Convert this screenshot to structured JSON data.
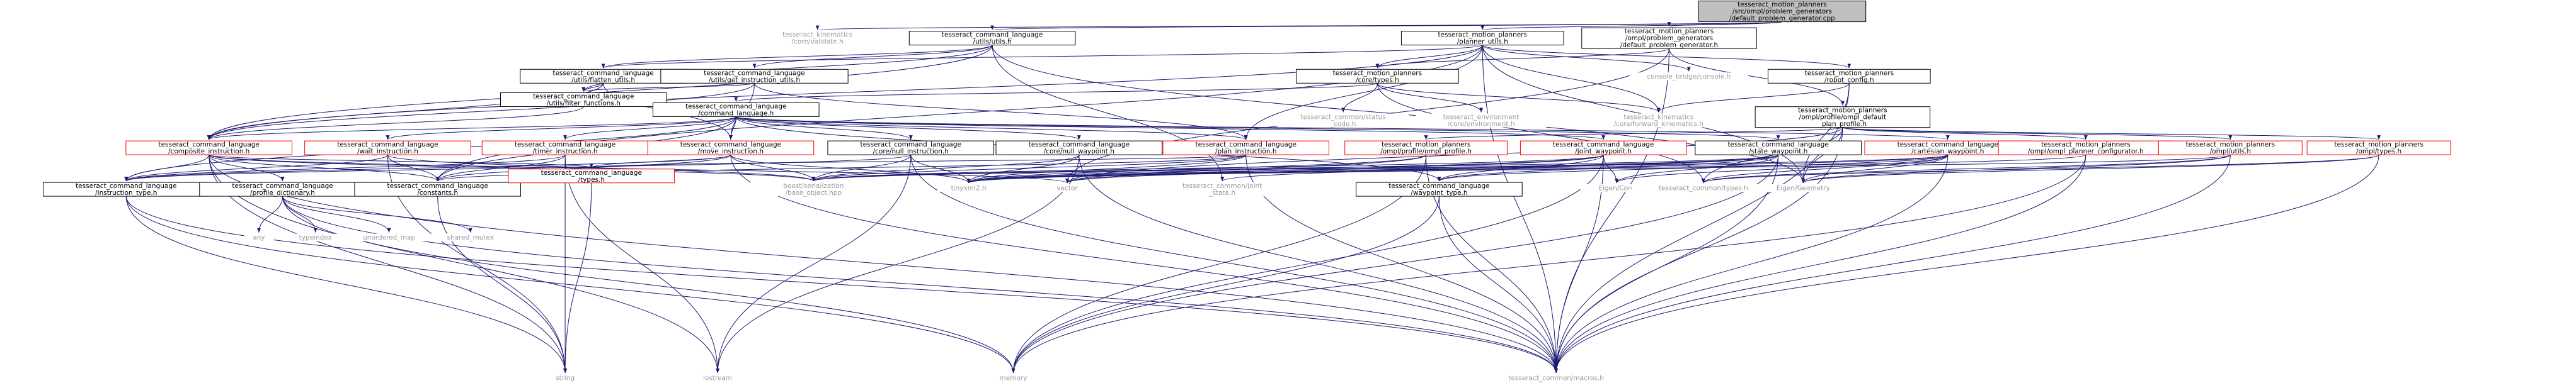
{
  "colors": {
    "root_fill": "#bfbfbf",
    "root_stroke": "#000000",
    "normal_stroke": "#000000",
    "truncated_stroke": "#ff0000",
    "edge": "#191970",
    "gray_text": "#9a9a9a"
  },
  "nodes": [
    {
      "id": "root",
      "kind": "root",
      "lines": [
        "tesseract_motion_planners",
        "/src/ompl/problem_generators",
        "/default_problem_generator.cpp"
      ]
    },
    {
      "id": "kin_validate",
      "kind": "text",
      "lines": [
        "tesseract_kinematics",
        "/core/validate.h"
      ]
    },
    {
      "id": "cmd_utils",
      "kind": "box",
      "lines": [
        "tesseract_command_language",
        "/utils/utils.h"
      ]
    },
    {
      "id": "planner_utils",
      "kind": "box",
      "lines": [
        "tesseract_motion_planners",
        "/planner_utils.h"
      ]
    },
    {
      "id": "ompl_pg_h",
      "kind": "box",
      "lines": [
        "tesseract_motion_planners",
        "/ompl/problem_generators",
        "/default_problem_generator.h"
      ]
    },
    {
      "id": "flatten",
      "kind": "box",
      "lines": [
        "tesseract_command_language",
        "/utils/flatten_utils.h"
      ]
    },
    {
      "id": "get_instr",
      "kind": "box",
      "lines": [
        "tesseract_command_language",
        "/utils/get_instruction_utils.h"
      ]
    },
    {
      "id": "core_types",
      "kind": "box",
      "lines": [
        "tesseract_motion_planners",
        "/core/types.h"
      ]
    },
    {
      "id": "console",
      "kind": "text",
      "lines": [
        "console_bridge/console.h"
      ]
    },
    {
      "id": "robot_config",
      "kind": "box",
      "lines": [
        "tesseract_motion_planners",
        "/robot_config.h"
      ]
    },
    {
      "id": "filter",
      "kind": "box",
      "lines": [
        "tesseract_command_language",
        "/utils/filter_functions.h"
      ]
    },
    {
      "id": "status_code",
      "kind": "text",
      "lines": [
        "tesseract_common/status",
        "_code.h"
      ]
    },
    {
      "id": "environment",
      "kind": "text",
      "lines": [
        "tesseract_environment",
        "/core/environment.h"
      ]
    },
    {
      "id": "fwd_kin",
      "kind": "text",
      "lines": [
        "tesseract_kinematics",
        "/core/forward_kinematics.h"
      ]
    },
    {
      "id": "ompl_default",
      "kind": "box",
      "lines": [
        "tesseract_motion_planners",
        "/ompl/profile/ompl_default",
        "_plan_profile.h"
      ]
    },
    {
      "id": "cmd_lang",
      "kind": "box",
      "lines": [
        "tesseract_command_language",
        "/command_language.h"
      ]
    },
    {
      "id": "composite",
      "kind": "trunc",
      "lines": [
        "tesseract_command_language",
        "/composite_instruction.h"
      ]
    },
    {
      "id": "wait",
      "kind": "trunc",
      "lines": [
        "tesseract_command_language",
        "/wait_instruction.h"
      ]
    },
    {
      "id": "timer",
      "kind": "trunc",
      "lines": [
        "tesseract_command_language",
        "/timer_instruction.h"
      ]
    },
    {
      "id": "move",
      "kind": "trunc",
      "lines": [
        "tesseract_command_language",
        "/move_instruction.h"
      ]
    },
    {
      "id": "null_instr",
      "kind": "box",
      "lines": [
        "tesseract_command_language",
        "/core/null_instruction.h"
      ]
    },
    {
      "id": "null_wp",
      "kind": "box",
      "lines": [
        "tesseract_command_language",
        "/core/null_waypoint.h"
      ]
    },
    {
      "id": "plan_instr",
      "kind": "trunc",
      "lines": [
        "tesseract_command_language",
        "/plan_instruction.h"
      ]
    },
    {
      "id": "ompl_profile",
      "kind": "trunc",
      "lines": [
        "tesseract_motion_planners",
        "/ompl/profile/ompl_profile.h"
      ]
    },
    {
      "id": "joint_wp",
      "kind": "trunc",
      "lines": [
        "tesseract_command_language",
        "/joint_waypoint.h"
      ]
    },
    {
      "id": "state_wp",
      "kind": "box",
      "lines": [
        "tesseract_command_language",
        "/state_waypoint.h"
      ]
    },
    {
      "id": "cart_wp",
      "kind": "trunc",
      "lines": [
        "tesseract_command_language",
        "/cartesian_waypoint.h"
      ]
    },
    {
      "id": "ompl_planner_cfg",
      "kind": "trunc",
      "lines": [
        "tesseract_motion_planners",
        "/ompl/ompl_planner_configurator.h"
      ]
    },
    {
      "id": "ompl_utils",
      "kind": "trunc",
      "lines": [
        "tesseract_motion_planners",
        "/ompl/utils.h"
      ]
    },
    {
      "id": "ompl_types",
      "kind": "trunc",
      "lines": [
        "tesseract_motion_planners",
        "/ompl/types.h"
      ]
    },
    {
      "id": "instr_type",
      "kind": "box",
      "lines": [
        "tesseract_command_language",
        "/instruction_type.h"
      ]
    },
    {
      "id": "profile_dict",
      "kind": "box",
      "lines": [
        "tesseract_command_language",
        "/profile_dictionary.h"
      ]
    },
    {
      "id": "constants",
      "kind": "box",
      "lines": [
        "tesseract_command_language",
        "/constants.h"
      ]
    },
    {
      "id": "cmd_types",
      "kind": "trunc",
      "lines": [
        "tesseract_command_language",
        "/types.h"
      ]
    },
    {
      "id": "boost_ser",
      "kind": "text",
      "lines": [
        "boost/serialization",
        "/base_object.hpp"
      ]
    },
    {
      "id": "tinyxml",
      "kind": "text",
      "lines": [
        "tinyxml2.h"
      ]
    },
    {
      "id": "vector",
      "kind": "text",
      "lines": [
        "vector"
      ]
    },
    {
      "id": "joint_state",
      "kind": "text",
      "lines": [
        "tesseract_common/joint",
        "_state.h"
      ]
    },
    {
      "id": "wp_type",
      "kind": "box",
      "lines": [
        "tesseract_command_language",
        "/waypoint_type.h"
      ]
    },
    {
      "id": "eigen_core",
      "kind": "text",
      "lines": [
        "Eigen/Core"
      ]
    },
    {
      "id": "common_types",
      "kind": "text",
      "lines": [
        "tesseract_common/types.h"
      ]
    },
    {
      "id": "eigen_geo",
      "kind": "text",
      "lines": [
        "Eigen/Geometry"
      ]
    },
    {
      "id": "any",
      "kind": "text",
      "lines": [
        "any"
      ]
    },
    {
      "id": "typeindex",
      "kind": "text",
      "lines": [
        "typeindex"
      ]
    },
    {
      "id": "unordered_map",
      "kind": "text",
      "lines": [
        "unordered_map"
      ]
    },
    {
      "id": "shared_mutex",
      "kind": "text",
      "lines": [
        "shared_mutex"
      ]
    },
    {
      "id": "string",
      "kind": "text",
      "lines": [
        "string"
      ]
    },
    {
      "id": "iostream",
      "kind": "text",
      "lines": [
        "iostream"
      ]
    },
    {
      "id": "memory",
      "kind": "text",
      "lines": [
        "memory"
      ]
    },
    {
      "id": "macros",
      "kind": "text",
      "lines": [
        "tesseract_common/macros.h"
      ]
    }
  ],
  "edges": [
    [
      "root",
      "kin_validate"
    ],
    [
      "root",
      "cmd_utils"
    ],
    [
      "root",
      "planner_utils"
    ],
    [
      "root",
      "ompl_pg_h"
    ],
    [
      "cmd_utils",
      "flatten"
    ],
    [
      "cmd_utils",
      "get_instr"
    ],
    [
      "cmd_utils",
      "filter"
    ],
    [
      "cmd_utils",
      "composite"
    ],
    [
      "cmd_utils",
      "eigen_geo"
    ],
    [
      "cmd_utils",
      "joint_state"
    ],
    [
      "planner_utils",
      "core_types"
    ],
    [
      "planner_utils",
      "console"
    ],
    [
      "planner_utils",
      "robot_config"
    ],
    [
      "planner_utils",
      "fwd_kin"
    ],
    [
      "planner_utils",
      "eigen_geo"
    ],
    [
      "planner_utils",
      "macros"
    ],
    [
      "planner_utils",
      "flatten"
    ],
    [
      "planner_utils",
      "composite"
    ],
    [
      "planner_utils",
      "plan_instr"
    ],
    [
      "planner_utils",
      "constants"
    ],
    [
      "ompl_pg_h",
      "core_types"
    ],
    [
      "ompl_pg_h",
      "ompl_default"
    ],
    [
      "ompl_pg_h",
      "macros"
    ],
    [
      "ompl_pg_h",
      "vector"
    ],
    [
      "flatten",
      "filter"
    ],
    [
      "flatten",
      "composite"
    ],
    [
      "flatten",
      "move"
    ],
    [
      "get_instr",
      "filter"
    ],
    [
      "get_instr",
      "composite"
    ],
    [
      "get_instr",
      "move"
    ],
    [
      "get_instr",
      "plan_instr"
    ],
    [
      "core_types",
      "cmd_lang"
    ],
    [
      "core_types",
      "status_code"
    ],
    [
      "core_types",
      "environment"
    ],
    [
      "core_types",
      "fwd_kin"
    ],
    [
      "core_types",
      "common_types"
    ],
    [
      "robot_config",
      "fwd_kin"
    ],
    [
      "robot_config",
      "eigen_geo"
    ],
    [
      "robot_config",
      "macros"
    ],
    [
      "filter",
      "composite"
    ],
    [
      "ompl_default",
      "ompl_profile"
    ],
    [
      "ompl_default",
      "ompl_planner_cfg"
    ],
    [
      "ompl_default",
      "ompl_utils"
    ],
    [
      "ompl_default",
      "ompl_types"
    ],
    [
      "ompl_default",
      "eigen_geo"
    ],
    [
      "ompl_default",
      "macros"
    ],
    [
      "ompl_default",
      "vector"
    ],
    [
      "ompl_default",
      "common_types"
    ],
    [
      "cmd_lang",
      "composite"
    ],
    [
      "cmd_lang",
      "wait"
    ],
    [
      "cmd_lang",
      "timer"
    ],
    [
      "cmd_lang",
      "move"
    ],
    [
      "cmd_lang",
      "null_instr"
    ],
    [
      "cmd_lang",
      "null_wp"
    ],
    [
      "cmd_lang",
      "plan_instr"
    ],
    [
      "cmd_lang",
      "joint_wp"
    ],
    [
      "cmd_lang",
      "state_wp"
    ],
    [
      "cmd_lang",
      "cart_wp"
    ],
    [
      "cmd_lang",
      "instr_type"
    ],
    [
      "cmd_lang",
      "wp_type"
    ],
    [
      "cmd_lang",
      "constants"
    ],
    [
      "composite",
      "instr_type"
    ],
    [
      "composite",
      "profile_dict"
    ],
    [
      "composite",
      "constants"
    ],
    [
      "composite",
      "cmd_types"
    ],
    [
      "composite",
      "boost_ser"
    ],
    [
      "composite",
      "macros"
    ],
    [
      "composite",
      "vector"
    ],
    [
      "composite",
      "string"
    ],
    [
      "composite",
      "iostream"
    ],
    [
      "wait",
      "instr_type"
    ],
    [
      "wait",
      "constants"
    ],
    [
      "wait",
      "boost_ser"
    ],
    [
      "wait",
      "string"
    ],
    [
      "timer",
      "instr_type"
    ],
    [
      "timer",
      "constants"
    ],
    [
      "timer",
      "string"
    ],
    [
      "timer",
      "iostream"
    ],
    [
      "move",
      "instr_type"
    ],
    [
      "move",
      "constants"
    ],
    [
      "move",
      "cmd_types"
    ],
    [
      "move",
      "boost_ser"
    ],
    [
      "move",
      "tinyxml"
    ],
    [
      "move",
      "macros"
    ],
    [
      "null_instr",
      "instr_type"
    ],
    [
      "null_instr",
      "boost_ser"
    ],
    [
      "null_instr",
      "tinyxml"
    ],
    [
      "null_instr",
      "iostream"
    ],
    [
      "null_instr",
      "macros"
    ],
    [
      "null_wp",
      "boost_ser"
    ],
    [
      "null_wp",
      "tinyxml"
    ],
    [
      "null_wp",
      "iostream"
    ],
    [
      "null_wp",
      "macros"
    ],
    [
      "plan_instr",
      "constants"
    ],
    [
      "plan_instr",
      "cmd_types"
    ],
    [
      "plan_instr",
      "boost_ser"
    ],
    [
      "plan_instr",
      "tinyxml"
    ],
    [
      "plan_instr",
      "macros"
    ],
    [
      "ompl_profile",
      "tinyxml"
    ],
    [
      "ompl_profile",
      "vector"
    ],
    [
      "ompl_profile",
      "memory"
    ],
    [
      "ompl_profile",
      "macros"
    ],
    [
      "joint_wp",
      "boost_ser"
    ],
    [
      "joint_wp",
      "tinyxml"
    ],
    [
      "joint_wp",
      "vector"
    ],
    [
      "joint_wp",
      "eigen_core"
    ],
    [
      "joint_wp",
      "memory"
    ],
    [
      "joint_wp",
      "macros"
    ],
    [
      "joint_wp",
      "wp_type"
    ],
    [
      "state_wp",
      "boost_ser"
    ],
    [
      "state_wp",
      "tinyxml"
    ],
    [
      "state_wp",
      "vector"
    ],
    [
      "state_wp",
      "joint_state"
    ],
    [
      "state_wp",
      "wp_type"
    ],
    [
      "state_wp",
      "eigen_core"
    ],
    [
      "state_wp",
      "memory"
    ],
    [
      "state_wp",
      "macros"
    ],
    [
      "cart_wp",
      "boost_ser"
    ],
    [
      "cart_wp",
      "tinyxml"
    ],
    [
      "cart_wp",
      "wp_type"
    ],
    [
      "cart_wp",
      "eigen_core"
    ],
    [
      "cart_wp",
      "eigen_geo"
    ],
    [
      "cart_wp",
      "common_types"
    ],
    [
      "cart_wp",
      "macros"
    ],
    [
      "ompl_planner_cfg",
      "tinyxml"
    ],
    [
      "ompl_planner_cfg",
      "memory"
    ],
    [
      "ompl_planner_cfg",
      "macros"
    ],
    [
      "ompl_utils",
      "common_types"
    ],
    [
      "ompl_utils",
      "eigen_geo"
    ],
    [
      "ompl_utils",
      "macros"
    ],
    [
      "ompl_utils",
      "tinyxml"
    ],
    [
      "ompl_types",
      "eigen_geo"
    ],
    [
      "ompl_types",
      "macros"
    ],
    [
      "ompl_types",
      "common_types"
    ],
    [
      "instr_type",
      "string"
    ],
    [
      "instr_type",
      "memory"
    ],
    [
      "instr_type",
      "macros"
    ],
    [
      "profile_dict",
      "any"
    ],
    [
      "profile_dict",
      "typeindex"
    ],
    [
      "profile_dict",
      "unordered_map"
    ],
    [
      "profile_dict",
      "shared_mutex"
    ],
    [
      "profile_dict",
      "memory"
    ],
    [
      "profile_dict",
      "macros"
    ],
    [
      "constants",
      "string"
    ],
    [
      "cmd_types",
      "string"
    ],
    [
      "wp_type",
      "memory"
    ],
    [
      "wp_type",
      "macros"
    ]
  ]
}
